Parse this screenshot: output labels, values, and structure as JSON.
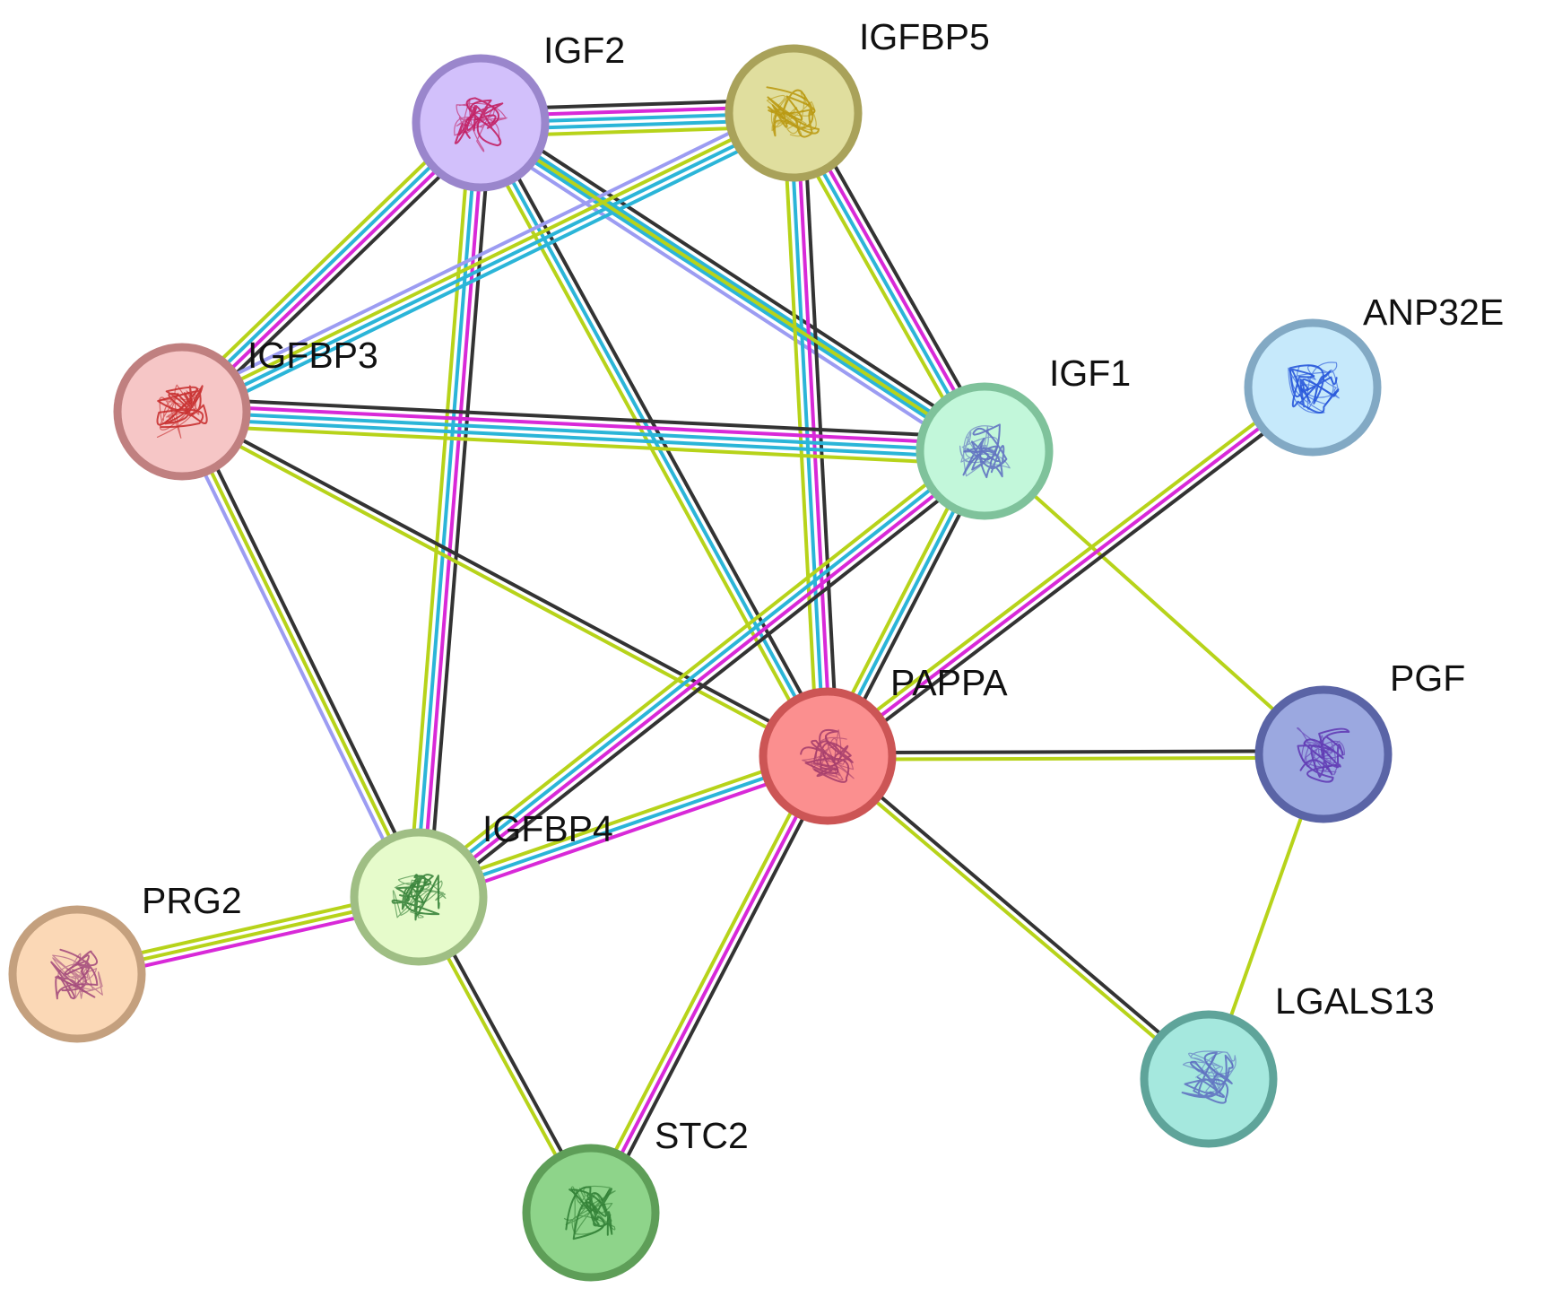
{
  "network": {
    "nodes": [
      {
        "id": "IGF2",
        "label": "IGF2",
        "fill": "#d2c0fb",
        "stroke": "#9a86cc",
        "art": "#c2185b"
      },
      {
        "id": "IGFBP5",
        "label": "IGFBP5",
        "fill": "#e0de9e",
        "stroke": "#a9a25a",
        "art": "#b8960a"
      },
      {
        "id": "IGFBP3",
        "label": "IGFBP3",
        "fill": "#f6c6c6",
        "stroke": "#c08080",
        "art": "#c62828"
      },
      {
        "id": "IGF1",
        "label": "IGF1",
        "fill": "#c2f7da",
        "stroke": "#7fc29b",
        "art": "#5c6bc0"
      },
      {
        "id": "ANP32E",
        "label": "ANP32E",
        "fill": "#c6e9fb",
        "stroke": "#82a9c4",
        "art": "#1e4fd8"
      },
      {
        "id": "PAPPA",
        "label": "PAPPA",
        "fill": "#fb8f8f",
        "stroke": "#cc5555",
        "art": "#a23b6b"
      },
      {
        "id": "PGF",
        "label": "PGF",
        "fill": "#9ba8e0",
        "stroke": "#5a64a6",
        "art": "#5e35b1"
      },
      {
        "id": "IGFBP4",
        "label": "IGFBP4",
        "fill": "#e6fbcb",
        "stroke": "#9fbe84",
        "art": "#2e7d32"
      },
      {
        "id": "PRG2",
        "label": "PRG2",
        "fill": "#fbd8b6",
        "stroke": "#c4a07e",
        "art": "#a0457a"
      },
      {
        "id": "LGALS13",
        "label": "LGALS13",
        "fill": "#a5e8de",
        "stroke": "#5fa49a",
        "art": "#5c6bc0"
      },
      {
        "id": "STC2",
        "label": "STC2",
        "fill": "#8ed48a",
        "stroke": "#5e9e58",
        "art": "#2e7d32"
      }
    ],
    "edges": [
      {
        "source": "IGF2",
        "target": "IGFBP5",
        "channels": [
          "black",
          "magenta",
          "cyan",
          "cyan",
          "lime"
        ]
      },
      {
        "source": "IGF2",
        "target": "IGFBP3",
        "channels": [
          "black",
          "magenta",
          "cyan",
          "lime"
        ]
      },
      {
        "source": "IGF2",
        "target": "IGF1",
        "channels": [
          "black",
          "cyan",
          "cyan",
          "periwinkle"
        ]
      },
      {
        "source": "IGF2",
        "target": "PAPPA",
        "channels": [
          "black",
          "cyan",
          "lime"
        ]
      },
      {
        "source": "IGF2",
        "target": "IGFBP4",
        "channels": [
          "black",
          "magenta",
          "cyan",
          "lime"
        ]
      },
      {
        "source": "IGFBP5",
        "target": "IGFBP3",
        "channels": [
          "cyan",
          "cyan",
          "lime",
          "periwinkle"
        ]
      },
      {
        "source": "IGFBP5",
        "target": "IGF1",
        "channels": [
          "black",
          "magenta",
          "cyan",
          "lime"
        ]
      },
      {
        "source": "IGFBP5",
        "target": "PAPPA",
        "channels": [
          "black",
          "magenta",
          "cyan",
          "lime"
        ]
      },
      {
        "source": "IGF2",
        "target": "IGF1",
        "channels": [
          "lime"
        ]
      },
      {
        "source": "IGFBP3",
        "target": "IGF1",
        "channels": [
          "black",
          "magenta",
          "cyan",
          "cyan",
          "lime"
        ]
      },
      {
        "source": "IGFBP3",
        "target": "PAPPA",
        "channels": [
          "black",
          "lime"
        ]
      },
      {
        "source": "IGFBP3",
        "target": "IGFBP4",
        "channels": [
          "black",
          "lime",
          "periwinkle"
        ]
      },
      {
        "source": "IGF1",
        "target": "PAPPA",
        "channels": [
          "black",
          "cyan",
          "lime"
        ]
      },
      {
        "source": "IGF1",
        "target": "IGFBP4",
        "channels": [
          "black",
          "magenta",
          "cyan",
          "lime"
        ]
      },
      {
        "source": "IGF1",
        "target": "PGF",
        "channels": [
          "lime"
        ]
      },
      {
        "source": "ANP32E",
        "target": "PAPPA",
        "channels": [
          "black",
          "magenta",
          "lime"
        ]
      },
      {
        "source": "PAPPA",
        "target": "PGF",
        "channels": [
          "black",
          "lime"
        ]
      },
      {
        "source": "PAPPA",
        "target": "IGFBP4",
        "channels": [
          "magenta",
          "cyan",
          "lime"
        ]
      },
      {
        "source": "PAPPA",
        "target": "LGALS13",
        "channels": [
          "black",
          "lime"
        ]
      },
      {
        "source": "PAPPA",
        "target": "STC2",
        "channels": [
          "black",
          "magenta",
          "lime"
        ]
      },
      {
        "source": "IGFBP4",
        "target": "PRG2",
        "channels": [
          "magenta",
          "lime",
          "lime"
        ]
      },
      {
        "source": "IGFBP4",
        "target": "STC2",
        "channels": [
          "black",
          "lime"
        ]
      },
      {
        "source": "PGF",
        "target": "LGALS13",
        "channels": [
          "lime"
        ]
      }
    ],
    "channel_colors": {
      "black": "#333333",
      "magenta": "#d829d8",
      "cyan": "#2bb5d8",
      "lime": "#b7d31a",
      "periwinkle": "#9c9cf2"
    }
  }
}
